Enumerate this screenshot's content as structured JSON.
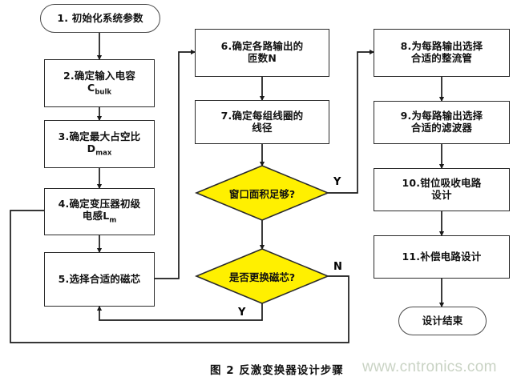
{
  "figure": {
    "caption": "图 2 反激变换器设计步骤",
    "watermark": "www.cntronics.com",
    "colors": {
      "decision_fill": "#FFF000",
      "node_stroke": "#2b2b2b",
      "line": "#1a1a1a",
      "background": "#ffffff",
      "watermark_text": "#c9d3c4"
    }
  },
  "nodes": {
    "start": {
      "label": "1. 初始化系统参数",
      "shape": "terminator"
    },
    "step2": {
      "line1": "2.确定输入电容",
      "line2_base": "C",
      "line2_sub": "bulk",
      "shape": "process"
    },
    "step3": {
      "line1": "3.确定最大占空比",
      "line2_base": "D",
      "line2_sub": "max",
      "shape": "process"
    },
    "step4": {
      "line1": "4.确定变压器初级",
      "line2_pre": "电感",
      "line2_base": "L",
      "line2_sub": "m",
      "shape": "process"
    },
    "step5": {
      "label": "5.选择合适的磁芯",
      "shape": "process"
    },
    "step6": {
      "line1": "6.确定各路输出的",
      "line2_base": "匝数",
      "line2_sub": "N",
      "shape": "process"
    },
    "step7": {
      "line1": "7.确定每组线圈的",
      "line2": "线径",
      "shape": "process"
    },
    "decision1": {
      "label": "窗口面积足够?",
      "shape": "decision"
    },
    "decision2": {
      "label": "是否更换磁芯?",
      "shape": "decision"
    },
    "step8": {
      "line1": "8.为每路输出选择",
      "line2": "合适的整流管",
      "shape": "process"
    },
    "step9": {
      "line1": "9.为每路输出选择",
      "line2": "合适的滤波器",
      "shape": "process"
    },
    "step10": {
      "line1": "10.钳位吸收电路",
      "line2": "设计",
      "shape": "process"
    },
    "step11": {
      "label": "11.补偿电路设计",
      "shape": "process"
    },
    "end": {
      "label": "设计结束",
      "shape": "terminator"
    }
  },
  "branch_labels": {
    "decision1_yes": "Y",
    "decision2_no": "N",
    "decision2_yes": "Y"
  }
}
